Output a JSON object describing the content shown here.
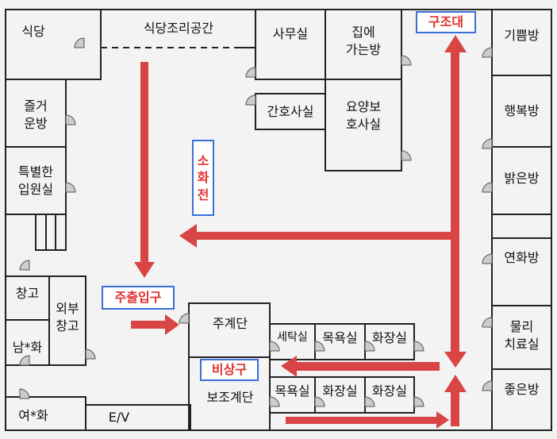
{
  "rooms": {
    "cafeteria": "식당",
    "kitchen": "식당조리공간",
    "office": "사무실",
    "going_home_room": "집에\n가는방",
    "rescue_team": "구조대",
    "joy_room": "기쁨방",
    "fun_room": "즐거\n운방",
    "nurse_room": "간호사실",
    "caregiver_room": "요양보\n호사실",
    "happy_room": "행복방",
    "special_ward": "특별한\n입원실",
    "bright_room": "밝은방",
    "extinguisher": "소\n화\n전",
    "lotus_room": "연화방",
    "storage": "창고",
    "outdoor_storage": "외부\n창고",
    "main_exit": "주출입구",
    "main_stairs": "주계단",
    "laundry": "세탁실",
    "bath_1": "목욕실",
    "toilet_1": "화장실",
    "physio_room": "물리\n치료실",
    "men_toilet": "남*화",
    "emergency_exit": "비상구",
    "aux_stairs": "보조계단",
    "bath_2": "목욕실",
    "toilet_2": "화장실",
    "toilet_3": "화장실",
    "good_room": "좋은방",
    "women_toilet": "여*화",
    "elevator": "E/V"
  },
  "colors": {
    "arrow": "#d94545",
    "label_red": "#e03030",
    "box_border": "#3a6fd8",
    "wall": "#222222"
  }
}
